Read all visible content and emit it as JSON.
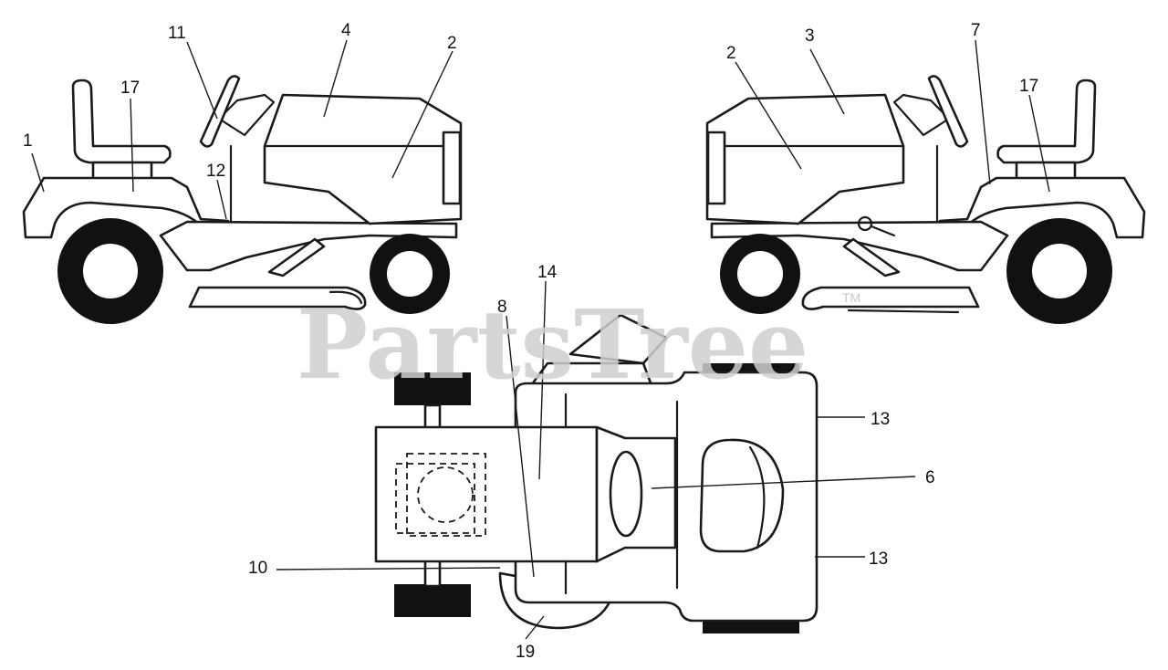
{
  "watermark": {
    "text": "PartsTree",
    "tm": "TM"
  },
  "callouts": {
    "c1": "1",
    "c17a": "17",
    "c11": "11",
    "c4": "4",
    "c2a": "2",
    "c12": "12",
    "c2b": "2",
    "c3": "3",
    "c7": "7",
    "c17b": "17",
    "c14": "14",
    "c8": "8",
    "c13a": "13",
    "c6": "6",
    "c13b": "13",
    "c10": "10",
    "c19": "19"
  }
}
